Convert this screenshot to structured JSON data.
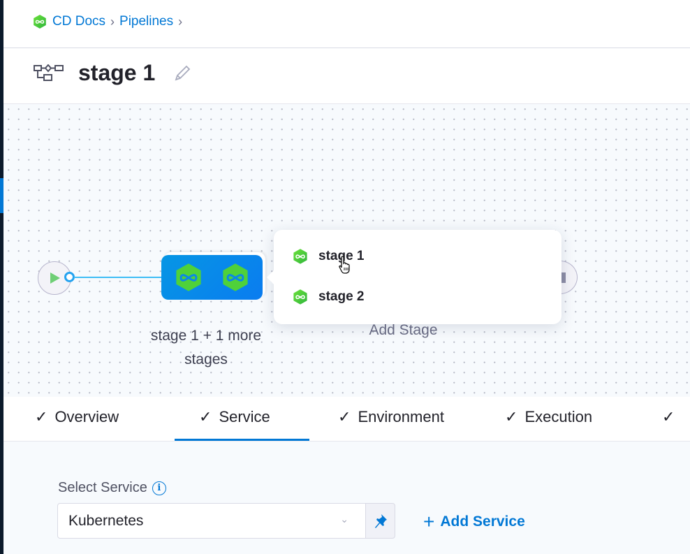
{
  "breadcrumb": {
    "project": "CD Docs",
    "section": "Pipelines"
  },
  "header": {
    "title": "stage 1"
  },
  "canvas": {
    "group_label": "stage 1 + 1 more stages",
    "add_stage": "Add Stage",
    "popover_items": [
      {
        "label": "stage 1"
      },
      {
        "label": "stage 2"
      }
    ]
  },
  "tabs": [
    {
      "label": "Overview"
    },
    {
      "label": "Service",
      "active": true
    },
    {
      "label": "Environment"
    },
    {
      "label": "Execution"
    }
  ],
  "service": {
    "label": "Select Service",
    "value": "Kubernetes",
    "add_label": "Add Service"
  },
  "colors": {
    "accent": "#0278d5",
    "stage_green": "#47d13a",
    "group_blue": "#0a86ea"
  }
}
